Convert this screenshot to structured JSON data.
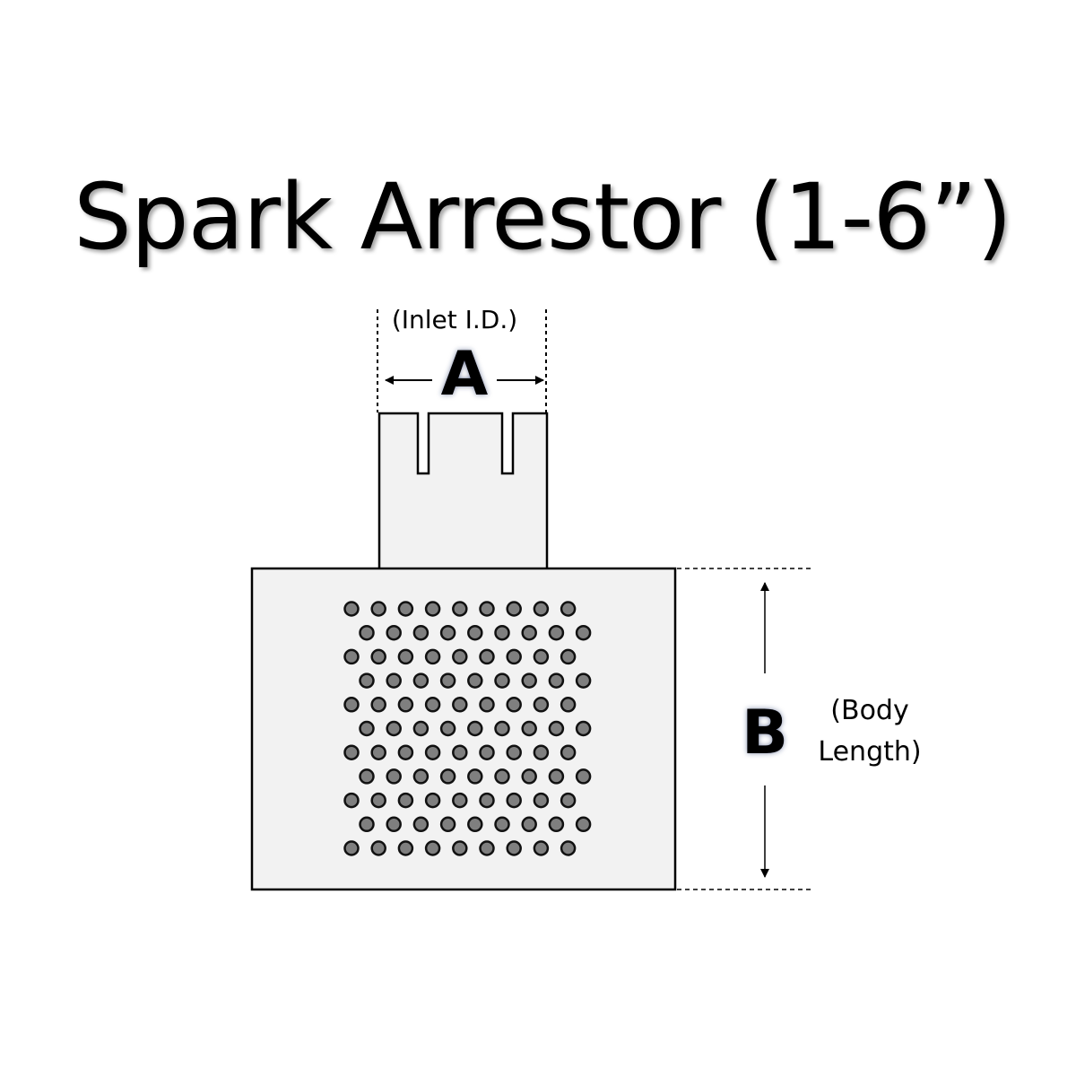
{
  "title": "Spark Arrestor (1-6”)",
  "dimension_a": {
    "letter": "A",
    "description": "(Inlet I.D.)"
  },
  "dimension_b": {
    "letter": "B",
    "description_line1": "(Body",
    "description_line2": "Length)"
  },
  "colors": {
    "body_fill": "#f2f2f2",
    "hole_fill": "#7f7f7f",
    "outline": "#000000",
    "letter_color": "#0d1426"
  },
  "perforation": {
    "rows": 11,
    "holes_per_row": 9
  }
}
